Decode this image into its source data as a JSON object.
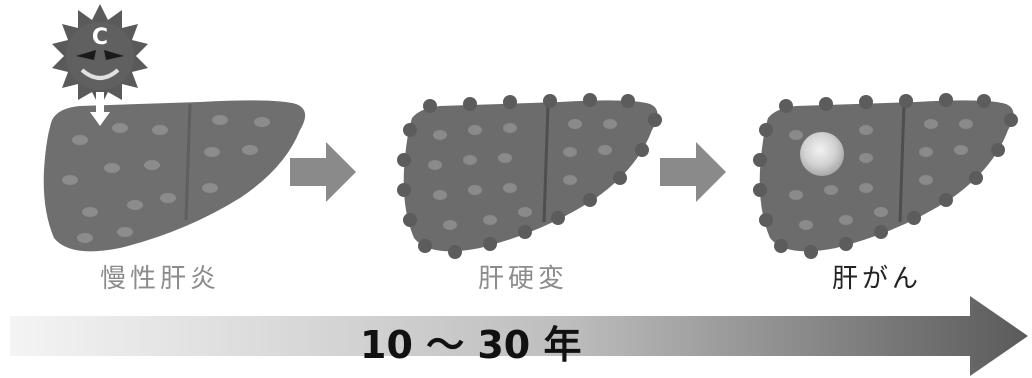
{
  "stages": [
    {
      "label": "慢性肝炎"
    },
    {
      "label": "肝硬変"
    },
    {
      "label": "肝がん"
    }
  ],
  "virus_letter": "C",
  "timeline": {
    "label": "10 ～ 30 年"
  },
  "colors": {
    "liver_body": "#6f6f6f",
    "liver_spots": "#8a8a8a",
    "nodules": "#5d5d5d",
    "stage_label_muted": "#8c8c8c",
    "stage_label_dark": "#222222",
    "step_arrow": "#8a8a8a",
    "virus": "#5a5a5a",
    "tumor": "#d9d9d9",
    "timeline_start": "#f2f2f2",
    "timeline_end": "#5a5a5a"
  }
}
